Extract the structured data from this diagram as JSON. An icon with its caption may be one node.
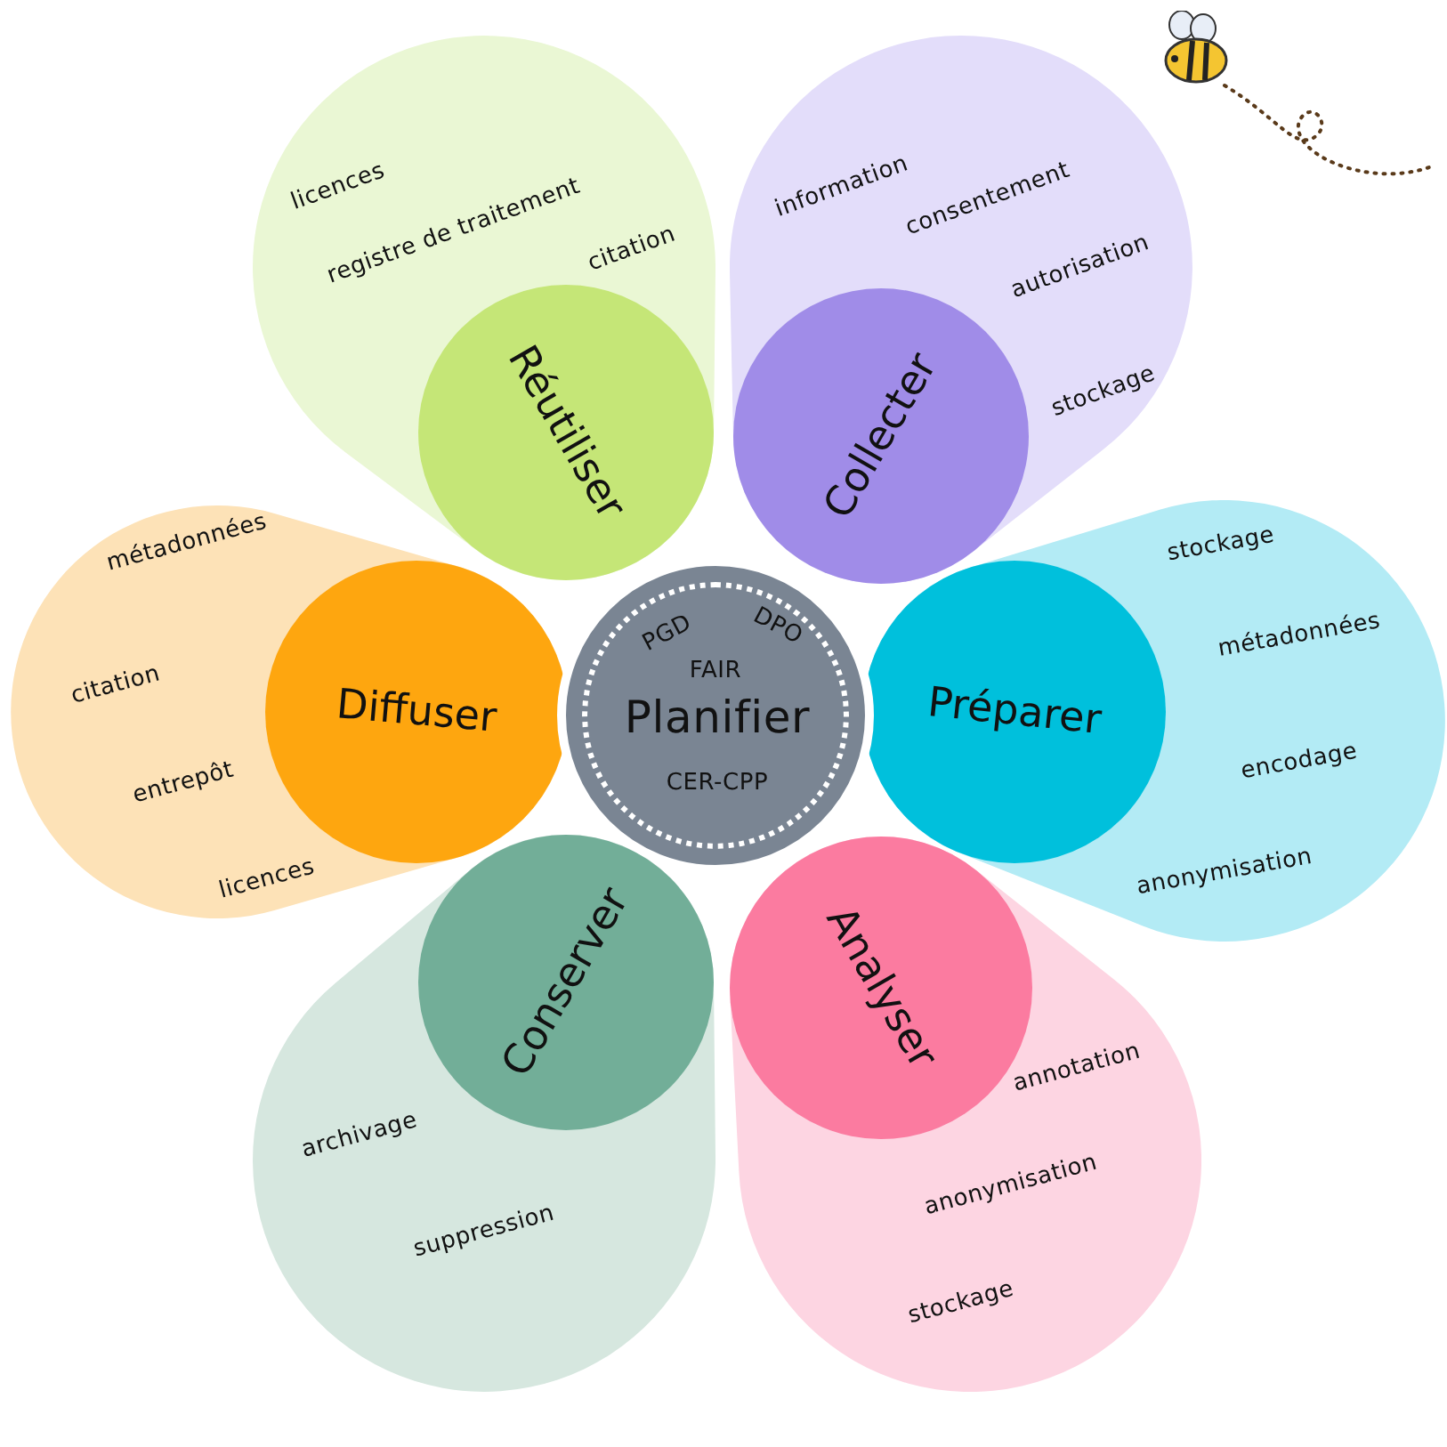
{
  "diagram": {
    "nodes": [
      {
        "text": [
          "licences",
          "registre de traitement",
          "citation"
        ]
      },
      {
        "text": [
          "Réutiliser"
        ],
        "in": 0
      },
      {
        "text": [
          "information",
          "consentement",
          "autorisation",
          "stockage"
        ]
      },
      {
        "text": [
          "Collecter"
        ],
        "in": 2
      },
      {
        "text": [
          "métadonnées",
          "citation",
          "entrepôt",
          "licences"
        ]
      },
      {
        "text": [
          "Diffuser"
        ],
        "in": 4
      },
      {
        "text": [
          "PGD",
          "DPO",
          "FAIR",
          "Planifier",
          "CER-CPP"
        ]
      },
      {
        "text": [
          "stockage",
          "métadonnées",
          "encodage",
          "anonymisation"
        ]
      },
      {
        "text": [
          "Préparer"
        ],
        "in": 7
      },
      {
        "text": [
          "archivage",
          "suppression"
        ]
      },
      {
        "text": [
          "Conserver"
        ],
        "in": 9
      },
      {
        "text": [
          "annotation",
          "anonymisation",
          "stockage"
        ]
      },
      {
        "text": [
          "Analyser"
        ],
        "in": 11
      }
    ],
    "edges": []
  }
}
